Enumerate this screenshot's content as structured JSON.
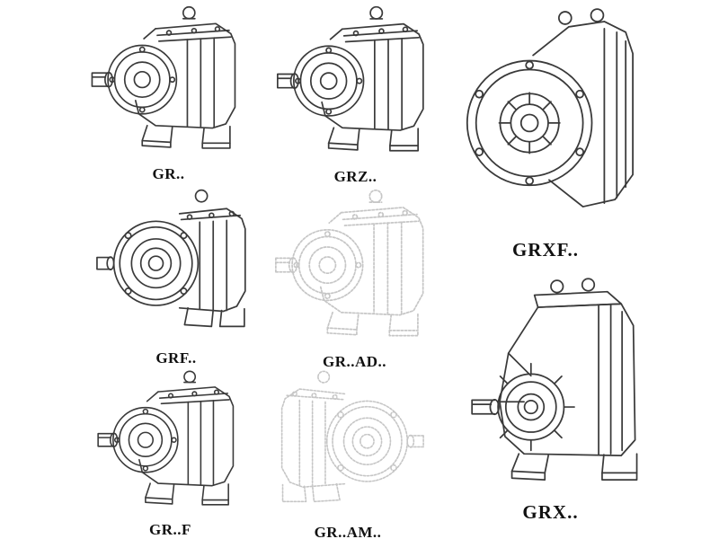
{
  "page": {
    "background": "#ffffff"
  },
  "colors": {
    "line": "#3a3a3a",
    "ghost_line": "#c6c6c6",
    "label_text": "#111111"
  },
  "figures": [
    {
      "id": "gr",
      "label": "GR..",
      "style": "solid",
      "drawing": "foot-mounted-helical-gearbox"
    },
    {
      "id": "grz",
      "label": "GRZ..",
      "style": "solid",
      "drawing": "foot-mounted-helical-gearbox"
    },
    {
      "id": "grxf",
      "label": "GRXF..",
      "style": "solid",
      "drawing": "flange-mounted-gearbox-front-view"
    },
    {
      "id": "grf",
      "label": "GRF..",
      "style": "solid",
      "drawing": "flange-foot-gearbox"
    },
    {
      "id": "gr_ad",
      "label": "GR..AD..",
      "style": "ghost",
      "drawing": "foot-mounted-gearbox-with-adapter"
    },
    {
      "id": "gr_f",
      "label": "GR..F",
      "style": "solid",
      "drawing": "foot-mounted-helical-gearbox"
    },
    {
      "id": "gr_am",
      "label": "GR..AM..",
      "style": "ghost",
      "drawing": "gearbox-with-motor-adapter-flange"
    },
    {
      "id": "grx",
      "label": "GRX..",
      "style": "solid",
      "drawing": "large-foot-mounted-gearbox"
    }
  ]
}
